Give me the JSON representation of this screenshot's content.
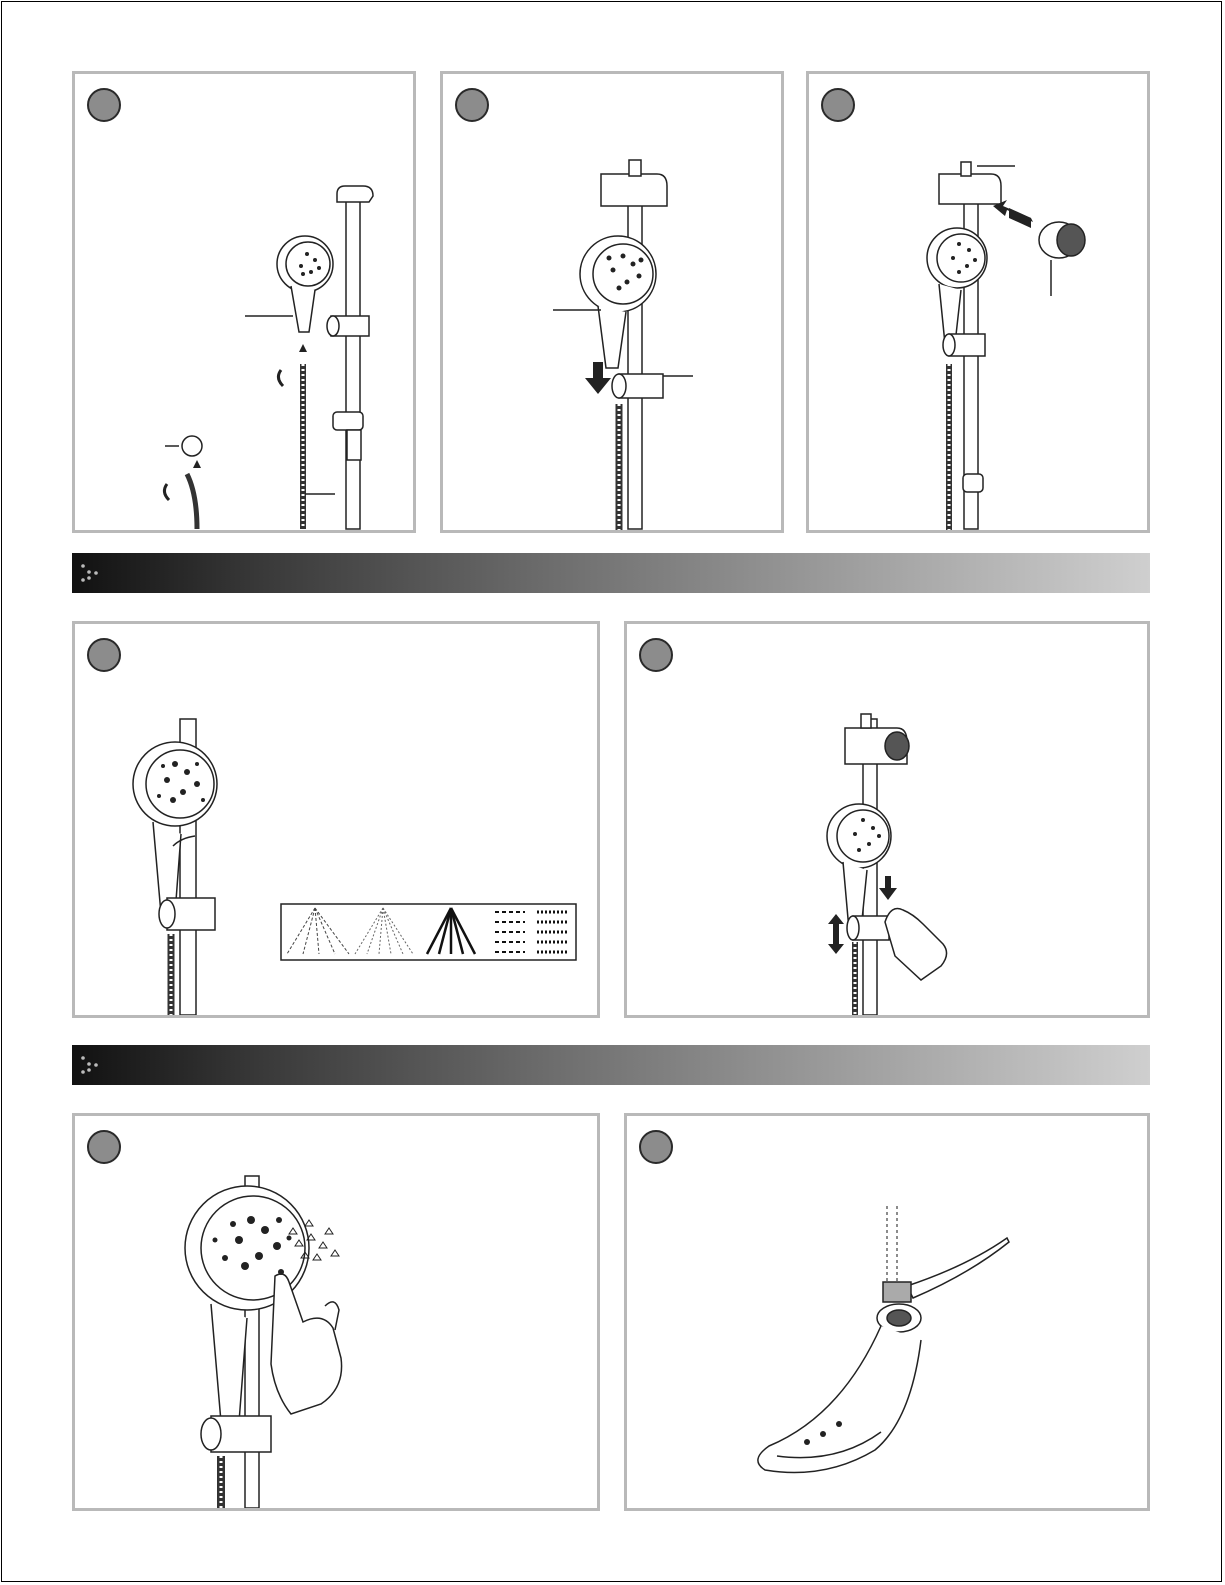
{
  "document": {
    "sections": [
      {
        "id": "installation",
        "title": ""
      },
      {
        "id": "operation",
        "title": ""
      },
      {
        "id": "maintenance",
        "title": ""
      }
    ],
    "steps": [
      {
        "panel": "install-hose",
        "number": ""
      },
      {
        "panel": "mount-handshower",
        "number": ""
      },
      {
        "panel": "attach-wall-cap",
        "number": ""
      },
      {
        "panel": "select-spray",
        "number": ""
      },
      {
        "panel": "adjust-height",
        "number": ""
      },
      {
        "panel": "clean-nozzles",
        "number": ""
      },
      {
        "panel": "clean-filter",
        "number": ""
      }
    ],
    "spray_patterns": [
      "spray-pattern-1",
      "spray-pattern-2",
      "spray-pattern-3",
      "spray-pattern-4",
      "spray-pattern-5"
    ],
    "colors": {
      "panel_border": "#b9b9b9",
      "step_circle": "#8c8c8c",
      "bar_dark": "#111111",
      "bar_light": "#cfcfcf"
    }
  }
}
